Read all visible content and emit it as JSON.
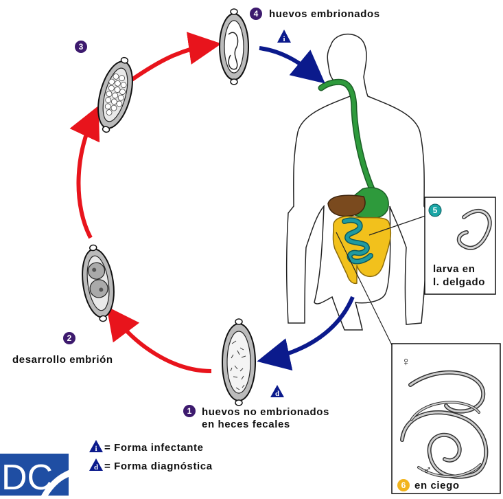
{
  "steps": [
    {
      "number": "1",
      "label_line1": "huevos no embrionados",
      "label_line2": "en heces fecales"
    },
    {
      "number": "2",
      "label_line1": "desarrollo embrión"
    },
    {
      "number": "3"
    },
    {
      "number": "4",
      "label_line1": "huevos embrionados"
    },
    {
      "number": "5",
      "label_line1": "larva en",
      "label_line2": "l. delgado"
    },
    {
      "number": "6",
      "label_line1": "en ciego"
    }
  ],
  "stage_markers": {
    "infective_letter": "i",
    "diagnostic_letter": "d"
  },
  "legend": {
    "infective": "= Forma infectante",
    "diagnostic": "= Forma diagnóstica"
  },
  "logo_text": "DC",
  "sex_symbols": {
    "female": "♀",
    "male": "♂"
  },
  "colors": {
    "red_arrow": "#e8141c",
    "blue_arrow": "#0b1a8c",
    "step_purple": "#3d1a6e",
    "step_teal": "#1aa6a6",
    "step_orange": "#f2b41c",
    "esophagus": "#2e9a3c",
    "liver": "#7a4a1e",
    "small_intestine": "#1f9aa0",
    "large_intestine": "#f2c11c",
    "logo_blue": "#1f4ea3"
  }
}
